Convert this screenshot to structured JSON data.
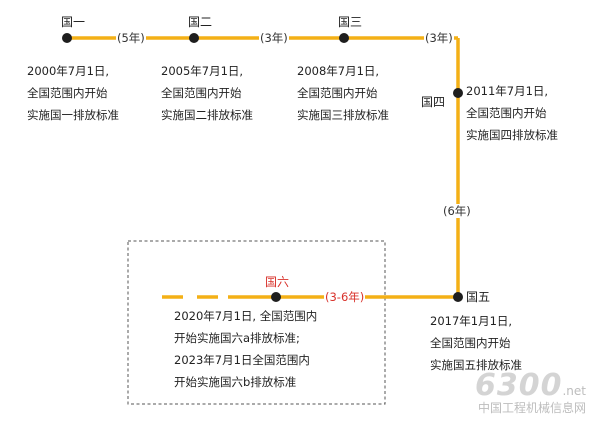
{
  "colors": {
    "line": "#f4b016",
    "node": "#1e1e1e",
    "highlight": "#d8312a",
    "text": "#222222",
    "dashed_box": "#555555"
  },
  "stages": [
    {
      "name": "国一",
      "lines": [
        "2000年7月1日,",
        "全国范围内开始",
        "实施国一排放标准"
      ]
    },
    {
      "name": "国二",
      "lines": [
        "2005年7月1日,",
        "全国范围内开始",
        "实施国二排放标准"
      ]
    },
    {
      "name": "国三",
      "lines": [
        "2008年7月1日,",
        "全国范围内开始",
        "实施国三排放标准"
      ]
    },
    {
      "name": "国四",
      "lines": [
        "2011年7月1日,",
        "全国范围内开始",
        "实施国四排放标准"
      ]
    },
    {
      "name": "国五",
      "lines": [
        "2017年1月1日,",
        "全国范围内开始",
        "实施国五排放标准"
      ]
    },
    {
      "name": "国六",
      "lines": [
        "2020年7月1日, 全国范围内",
        "开始实施国六a排放标准;",
        "2023年7月1日全国范围内",
        "开始实施国六b排放标准"
      ]
    }
  ],
  "gaps": [
    "(5年)",
    "(3年)",
    "(3年)",
    "(6年)",
    "(3-6年)"
  ],
  "watermark": {
    "logo": "6300",
    "suffix": ".net",
    "site": "中国工程机械信息网"
  }
}
